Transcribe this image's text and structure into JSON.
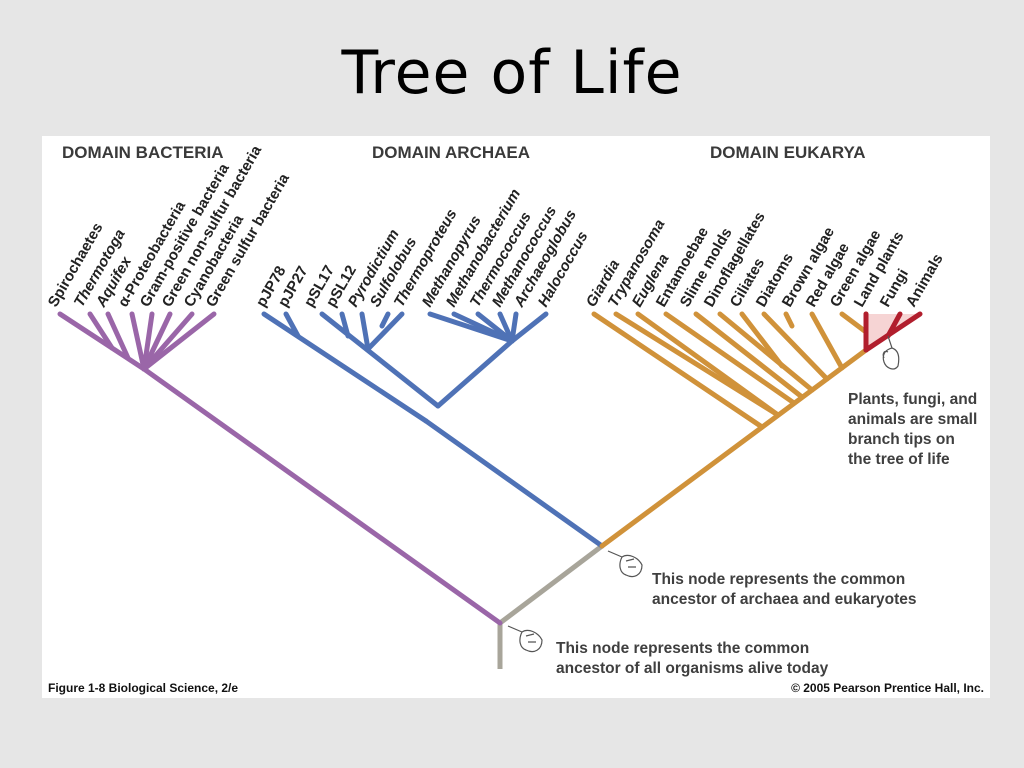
{
  "slide": {
    "title": "Tree of Life"
  },
  "domains": {
    "bacteria": "DOMAIN BACTERIA",
    "archaea": "DOMAIN ARCHAEA",
    "eukarya": "DOMAIN EUKARYA"
  },
  "taxa": {
    "bacteria": [
      "Spirochaetes",
      "Thermotoga",
      "Aquifex",
      "α-Proteobacteria",
      "Gram-positive bacteria",
      "Green non-sulfur bacteria",
      "Cyanobacteria",
      "Green sulfur bacteria"
    ],
    "archaea": [
      "pJP78",
      "pJP27",
      "pSL17",
      "pSL12",
      "Pyrodictium",
      "Sulfolobus",
      "Thermoproteus",
      "Methanopyrus",
      "Methanobacterium",
      "Thermococcus",
      "Methanococcus",
      "Archaeoglobus",
      "Halococcus"
    ],
    "eukarya": [
      "Giardia",
      "Trypanosoma",
      "Euglena",
      "Entamoebae",
      "Slime molds",
      "Dinoflagellates",
      "Ciliates",
      "Diatoms",
      "Brown algae",
      "Red algae",
      "Green algae",
      "Land plants",
      "Fungi",
      "Animals"
    ]
  },
  "annotations": {
    "plants_note": [
      "Plants, fungi, and",
      "animals are small",
      "branch tips on",
      "the tree of life"
    ],
    "archaea_eukarya_node": [
      "This node represents the common",
      "ancestor of archaea and eukaryotes"
    ],
    "root_node": [
      "This node represents the common",
      "ancestor of all organisms alive today"
    ]
  },
  "footer": {
    "figure": "Figure 1-8   Biological Science, 2/e",
    "copyright": "© 2005 Pearson Prentice Hall, Inc."
  },
  "colors": {
    "bacteria": "#9a66a8",
    "archaea": "#4f72b6",
    "eukarya": "#d0923a",
    "root": "#a8a59a",
    "highlight": "#b11e2d"
  }
}
